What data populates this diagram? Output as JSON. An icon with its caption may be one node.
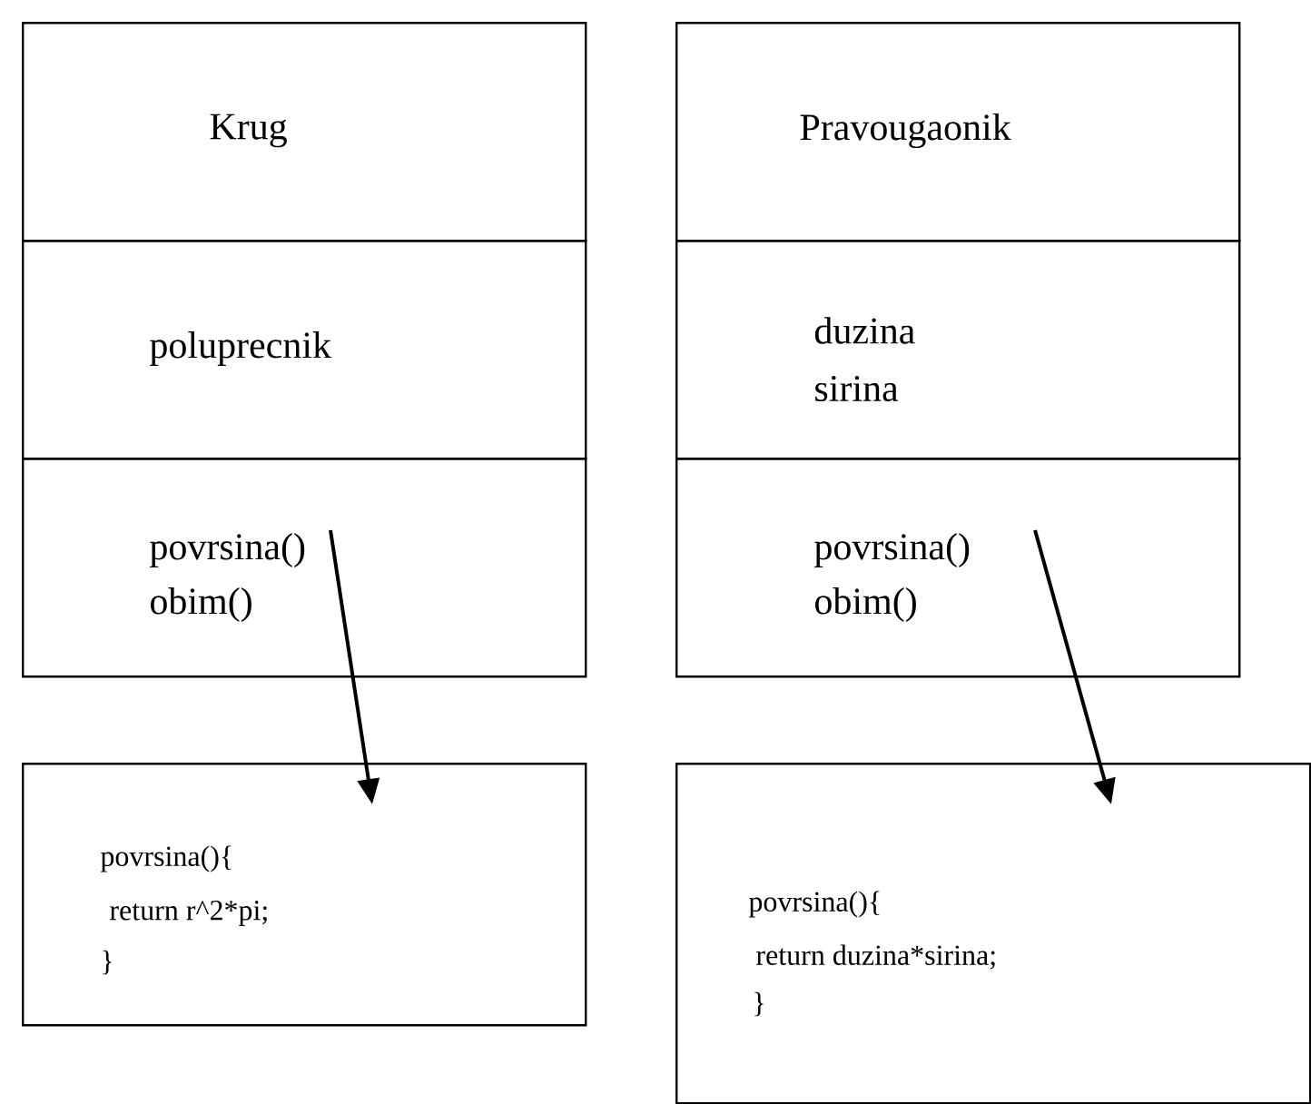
{
  "diagram": {
    "nodes": [
      {
        "text": [
          "Krug"
        ]
      },
      {
        "text": [
          "poluprecnik"
        ]
      },
      {
        "text": [
          "povrsina()",
          "obim()"
        ]
      },
      {
        "text": [
          "Pravougaonik"
        ]
      },
      {
        "text": [
          "duzina",
          "sirina"
        ]
      },
      {
        "text": [
          "povrsina()",
          "obim()"
        ]
      },
      {
        "text": [
          "povrsina(){",
          "return r^2*pi;",
          "}"
        ]
      },
      {
        "text": [
          "povrsina(){",
          "return duzina*sirina;",
          "}"
        ]
      }
    ],
    "edges": [
      {
        "from": 2,
        "to": 6,
        "arrow": "to"
      },
      {
        "from": 5,
        "to": 7,
        "arrow": "to"
      }
    ]
  }
}
